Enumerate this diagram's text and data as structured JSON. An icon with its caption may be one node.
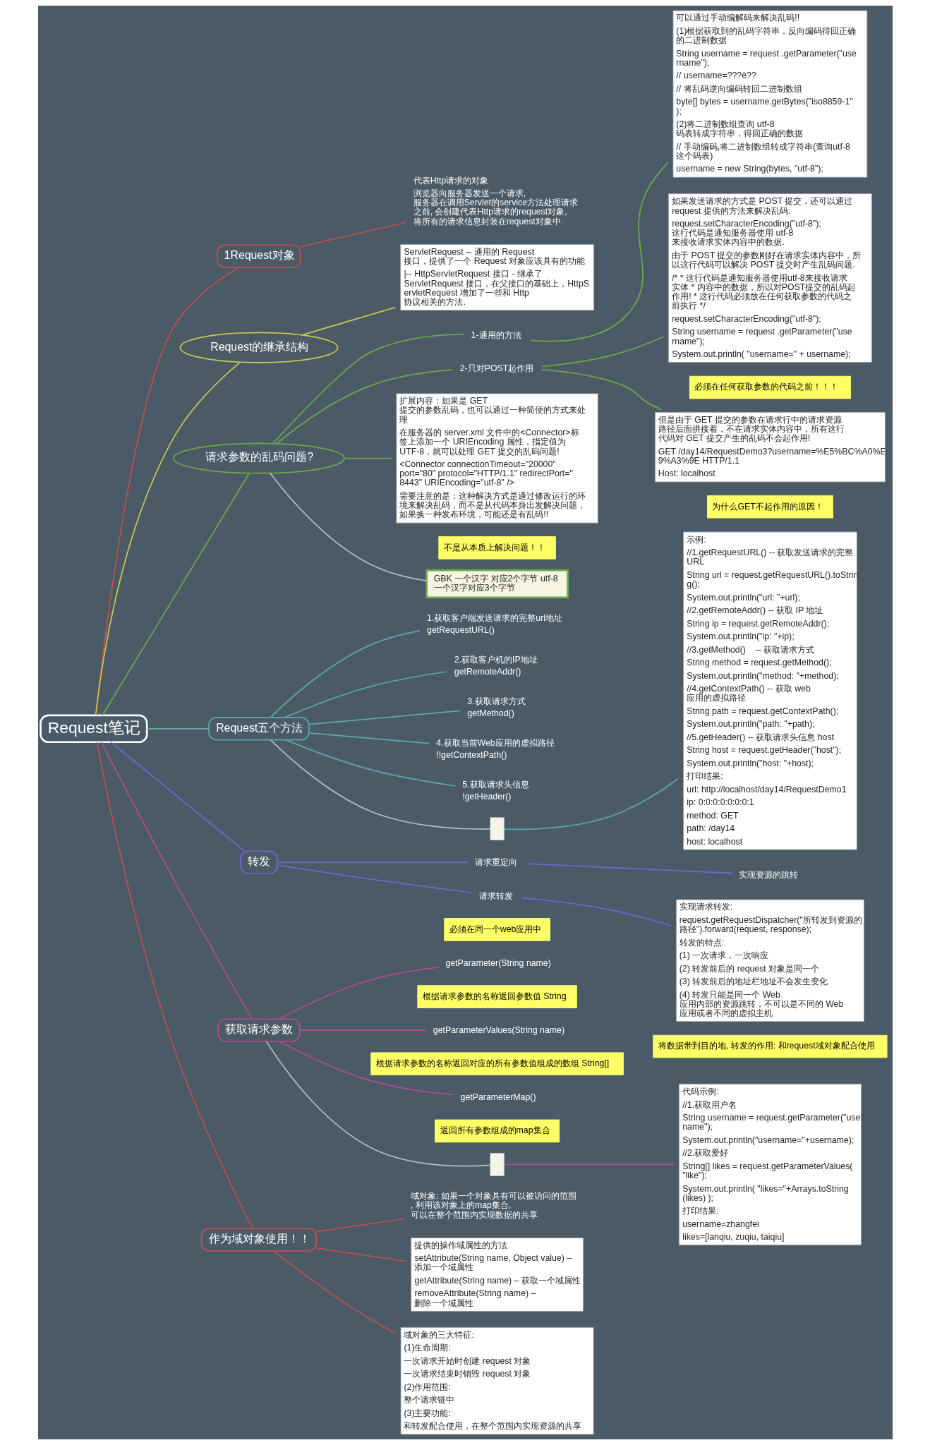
{
  "diagram": {
    "nodes": [
      {
        "text": [
          "Request笔记"
        ]
      },
      {
        "text": [
          "1Request对象"
        ]
      },
      {
        "text": [
          "代表Http请求的对象",
          "浏览器向服务器发送一个请求, 服务器在调用Servlet的service方法处理请求之前, 会创建代表Http请求的request对象, 将所有的请求信息封装在request对象中."
        ]
      },
      {
        "text": [
          "Request的继承结构"
        ]
      },
      {
        "text": [
          "ServletRequest -- 通用的 Request 接口，提供了一个 Request 对象应该具有的功能",
          "|-- HttpServletRequest 接口 - 继承了 ServletRequest 接口，在父接口的基础上，HttpServletRequest 增加了一些和 Http 协议相关的方法."
        ]
      },
      {
        "text": [
          "请求参数的乱码问题?"
        ]
      },
      {
        "text": [
          "1-通用的方法"
        ]
      },
      {
        "text": [
          "可以通过手动编解码来解决乱码!!",
          "(1)根据获取到的乱码字符串，反向编码得回正确的二进制数据",
          "String username = request .getParameter(\"username\");",
          "// username=???è??",
          "// 将乱码逆向编码转回二进制数组",
          "byte[] bytes = username.getBytes(\"iso8859-1\");",
          "(2)将二进制数组查询 utf-8 码表转成字符串，得回正确的数据",
          "// 手动编码,将二进制数组转成字符串(查询utf-8这个码表)",
          "username = new String(bytes, \"utf-8\");"
        ]
      },
      {
        "text": [
          "2-只对POST起作用"
        ]
      },
      {
        "text": [
          "如果发送请求的方式是 POST 提交，还可以通过 request 提供的方法来解决乱码:",
          "request.setCharacterEncoding(\"utf-8\"); 这行代码是通知服务器使用 utf-8 来接收请求实体内容中的数据.",
          "由于 POST 提交的参数刚好在请求实体内容中，所以这行代码可以解决 POST 提交时产生乱码问题.",
          "/* * 这行代码是通知服务器使用utf-8来接收请求实体 * 内容中的数据，所以对POST提交的乱码起作用! * 这行代码必须放在任何获取参数的代码之前执行 */",
          "request.setCharacterEncoding(\"utf-8\");",
          "String username = request .getParameter(\"username\");",
          "System.out.println( \"username=\" + username);"
        ],
        "beside": [
          "必须在任何获取参数的代码之前！！！"
        ]
      },
      {
        "text": [
          "但是由于 GET 提交的参数在请求行中的请求资源路径后面拼接着，不在请求实体内容中，所有这行代码对 GET 提交产生的乱码不会起作用!",
          "GET /day14/RequestDemo3?username=%E5%BC%A0%E9%A3%9E HTTP/1.1",
          "Host: localhost"
        ],
        "beside": [
          "为什么GET不起作用的原因！"
        ]
      },
      {
        "text": [
          "扩展内容：如果是 GET 提交的参数乱码，也可以通过一种简便的方式来处理",
          "在服务器的 server.xml 文件中的<Connector>标签上添加一个 URIEncoding 属性，指定值为 UTF-8，就可以处理 GET 提交的乱码问题!",
          "<Connector connectionTimeout=\"20000\" port=\"80\" protocol=\"HTTP/1.1\" redirectPort=\"8443\" URIEncoding=\"utf-8\" />",
          "需要注意的是：这种解决方式是通过修改运行的环境来解决乱码，而不是从代码本身出发解决问题，如果换一种发布环境，可能还是有乱码!!"
        ],
        "beside": [
          "不是从本质上解决问题！！"
        ]
      },
      {
        "text": [
          "GBK 一个汉字 对应2个字节 utf-8 一个汉字对应3个字节"
        ]
      },
      {
        "text": [
          "Request五个方法"
        ]
      },
      {
        "text": [
          "1.获取客户端发送请求的完整url地址",
          "getRequestURL()"
        ]
      },
      {
        "text": [
          "2.获取客户机的IP地址",
          "getRemoteAddr()"
        ]
      },
      {
        "text": [
          "3.获取请求方式",
          "getMethod()"
        ]
      },
      {
        "text": [
          "4.获取当前Web应用的虚拟路径",
          "!!getContextPath()"
        ]
      },
      {
        "text": [
          "5.获取请求头信息",
          "!getHeader()"
        ]
      },
      {
        "text": [],
        "shape": "box"
      },
      {
        "text": [
          "示例:",
          "//1.getRequestURL() -- 获取发送请求的完整 URL",
          "String url = request.getRequestURL().toString();",
          "System.out.println(\"url: \"+url);",
          "//2.getRemoteAddr() -- 获取 IP 地址",
          "String ip = request.getRemoteAddr();",
          "System.out.println(\"ip: \"+ip);",
          "//3.getMethod()    -- 获取请求方式",
          "String method = request.getMethod();",
          "System.out.println(\"method: \"+method);",
          "//4.getContextPath() -- 获取 web 应用的虚拟路径",
          "String path = request.getContextPath();",
          "System.out.println(\"path: \"+path);",
          "//5.getHeader() -- 获取请求头信息 host",
          "String host = request.getHeader(\"host\");",
          "System.out.println(\"host: \"+host);",
          "打印结果:",
          "url: http://localhost/day14/RequestDemo1",
          "ip: 0:0:0:0:0:0:0:1",
          "method: GET",
          "path: /day14",
          "host: localhost"
        ]
      },
      {
        "text": [
          "转发"
        ]
      },
      {
        "text": [
          "请求重定向"
        ]
      },
      {
        "text": [
          "实现资源的跳转"
        ]
      },
      {
        "text": [
          "请求转发"
        ],
        "beside": [
          "必须在同一个web应用中"
        ]
      },
      {
        "text": [
          "实现请求转发:",
          "request.getRequestDispatcher(\"所转发到资源的路径\").forward(request, response);",
          "转发的特点:",
          "(1) 一次请求，一次响应",
          "(2) 转发前后的 request 对象是同一个",
          "(3) 转发前后的地址栏地址不会发生变化",
          "(4) 转发只能是同一个 Web 应用内部的资源跳转，不可以是不同的 Web 应用或者不同的虚拟主机"
        ],
        "beside": [
          "将数据带到目的地, 转发的作用: 和request域对象配合使用"
        ]
      },
      {
        "text": [
          "获取请求参数"
        ]
      },
      {
        "text": [
          "getParameter(String name)"
        ],
        "beside": [
          "根据请求参数的名称返回参数值 String"
        ]
      },
      {
        "text": [
          "getParameterValues(String name)"
        ],
        "beside": [
          "根据请求参数的名称返回对应的所有参数值组成的数组 String[]"
        ]
      },
      {
        "text": [
          "getParameterMap()"
        ],
        "beside": [
          "返回所有参数组成的map集合"
        ]
      },
      {
        "text": [],
        "shape": "box"
      },
      {
        "text": [
          "代码示例:",
          "//1.获取用户名",
          "String username = request.getParameter(\"username\");",
          "System.out.println(\"username=\"+username);",
          "//2.获取爱好",
          "String[] likes = request.getParameterValues(\"like\");",
          "System.out.println( \"likes=\"+Arrays.toString(likes) );",
          "打印结果:",
          "username=zhangfei",
          "likes=[lanqiu, zuqiu, taiqiu]"
        ]
      },
      {
        "text": [
          "作为域对象使用！！"
        ]
      },
      {
        "text": [
          "域对象: 如果一个对象具有可以被访问的范围, 利用该对象上的map集合, 可以在整个范围内实现数据的共享"
        ]
      },
      {
        "text": [
          "提供的操作域属性的方法",
          "setAttribute(String name, Object value) – 添加一个域属性",
          "getAttribute(String name) – 获取一个域属性",
          "removeAttribute(String name) – 删除一个域属性"
        ]
      },
      {
        "text": [
          "域对象的三大特征:",
          "(1)生命周期:",
          "一次请求开始时创建 request 对象",
          "一次请求结束时销毁 request 对象",
          "(2)作用范围:",
          "整个请求链中",
          "(3)主要功能:",
          "和转发配合使用，在整个范围内实现资源的共享"
        ]
      }
    ],
    "edges": [
      {
        "from": 0,
        "to": 1,
        "arrow": "none",
        "color": "#c0504d"
      },
      {
        "from": 1,
        "to": 2,
        "arrow": "none",
        "color": "#c0504d"
      },
      {
        "from": 0,
        "to": 3,
        "arrow": "none",
        "color": "#c8c850"
      },
      {
        "from": 3,
        "to": 4,
        "arrow": "none",
        "color": "#c8c850"
      },
      {
        "from": 0,
        "to": 5,
        "arrow": "none",
        "color": "#6aaa4a"
      },
      {
        "from": 5,
        "to": 6,
        "arrow": "none",
        "color": "#6aaa4a"
      },
      {
        "from": 6,
        "to": 7,
        "arrow": "none",
        "color": "#6aaa4a"
      },
      {
        "from": 5,
        "to": 8,
        "arrow": "none",
        "color": "#6aaa4a"
      },
      {
        "from": 8,
        "to": 9,
        "arrow": "none",
        "color": "#6aaa4a"
      },
      {
        "from": 8,
        "to": 10,
        "arrow": "none",
        "color": "#6aaa4a"
      },
      {
        "from": 5,
        "to": 11,
        "arrow": "none",
        "color": "#6aaa4a"
      },
      {
        "from": 5,
        "to": 12,
        "arrow": "none",
        "color": "#bbbbbb"
      },
      {
        "from": 0,
        "to": 13,
        "arrow": "none",
        "color": "#5fa8a8"
      },
      {
        "from": 13,
        "to": 14,
        "arrow": "none",
        "color": "#5fa8a8"
      },
      {
        "from": 13,
        "to": 15,
        "arrow": "none",
        "color": "#5fa8a8"
      },
      {
        "from": 13,
        "to": 16,
        "arrow": "none",
        "color": "#5fa8a8"
      },
      {
        "from": 13,
        "to": 17,
        "arrow": "none",
        "color": "#5fa8a8"
      },
      {
        "from": 13,
        "to": 18,
        "arrow": "none",
        "color": "#5fa8a8"
      },
      {
        "from": 13,
        "to": 19,
        "arrow": "none",
        "color": "#bbbbbb"
      },
      {
        "from": 19,
        "to": 20,
        "arrow": "none",
        "color": "#5fa8a8"
      },
      {
        "from": 0,
        "to": 21,
        "arrow": "none",
        "color": "#6a6ad0"
      },
      {
        "from": 21,
        "to": 22,
        "arrow": "none",
        "color": "#6a6ad0"
      },
      {
        "from": 22,
        "to": 23,
        "arrow": "none",
        "color": "#6a6ad0"
      },
      {
        "from": 21,
        "to": 24,
        "arrow": "none",
        "color": "#6a6ad0"
      },
      {
        "from": 24,
        "to": 25,
        "arrow": "none",
        "color": "#6a6ad0"
      },
      {
        "from": 0,
        "to": 26,
        "arrow": "none",
        "color": "#b0508a"
      },
      {
        "from": 26,
        "to": 27,
        "arrow": "none",
        "color": "#b0508a"
      },
      {
        "from": 26,
        "to": 28,
        "arrow": "none",
        "color": "#b0508a"
      },
      {
        "from": 26,
        "to": 29,
        "arrow": "none",
        "color": "#b0508a"
      },
      {
        "from": 26,
        "to": 30,
        "arrow": "none",
        "color": "#bbbbbb"
      },
      {
        "from": 30,
        "to": 31,
        "arrow": "none",
        "color": "#b0508a"
      },
      {
        "from": 0,
        "to": 32,
        "arrow": "none",
        "color": "#c0504d"
      },
      {
        "from": 32,
        "to": 33,
        "arrow": "none",
        "color": "#c0504d"
      },
      {
        "from": 32,
        "to": 34,
        "arrow": "none",
        "color": "#c0504d"
      },
      {
        "from": 32,
        "to": 35,
        "arrow": "none",
        "color": "#c0504d"
      }
    ]
  }
}
